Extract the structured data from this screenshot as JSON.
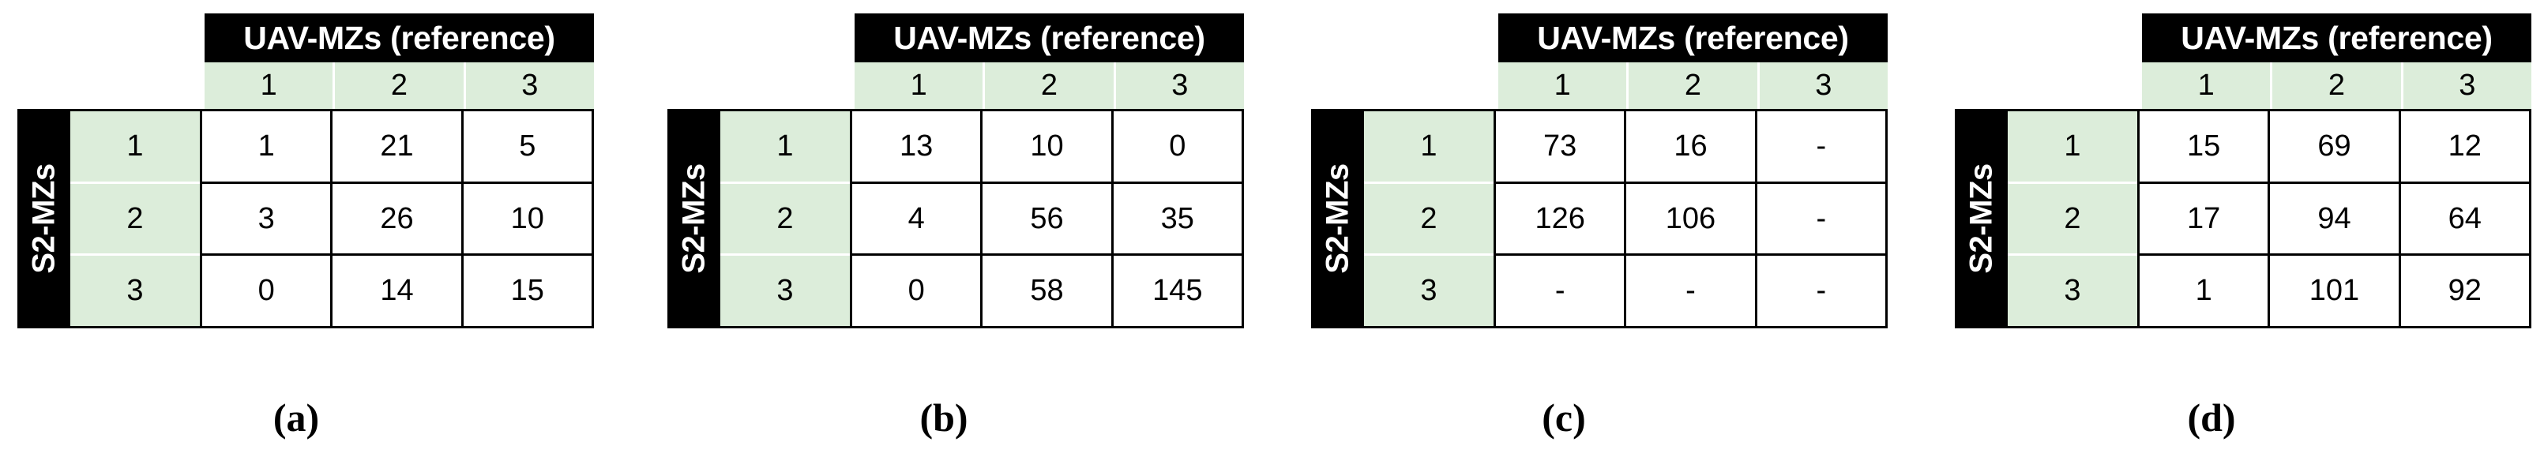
{
  "figure": {
    "type": "confusion-matrix-grid",
    "panel_count": 4,
    "colors": {
      "header_bg": "#000000",
      "header_text": "#FFFFFF",
      "index_cell_bg": "#DCEDDA",
      "data_cell_bg": "#FFFFFF",
      "grid_line": "#000000",
      "page_bg": "#FFFFFF"
    }
  },
  "chart_data": {
    "type": "table",
    "title": "",
    "column_axis_label": "UAV-MZs (reference)",
    "row_axis_label": "S2-MZs",
    "categories": [
      "1",
      "2",
      "3"
    ],
    "panels": [
      {
        "caption": "(a)",
        "column_header": "UAV-MZs (reference)",
        "row_header": "S2-MZs",
        "col_labels": [
          "1",
          "2",
          "3"
        ],
        "row_labels": [
          "1",
          "2",
          "3"
        ],
        "rows": [
          [
            "1",
            "21",
            "5"
          ],
          [
            "3",
            "26",
            "10"
          ],
          [
            "0",
            "14",
            "15"
          ]
        ]
      },
      {
        "caption": "(b)",
        "column_header": "UAV-MZs (reference)",
        "row_header": "S2-MZs",
        "col_labels": [
          "1",
          "2",
          "3"
        ],
        "row_labels": [
          "1",
          "2",
          "3"
        ],
        "rows": [
          [
            "13",
            "10",
            "0"
          ],
          [
            "4",
            "56",
            "35"
          ],
          [
            "0",
            "58",
            "145"
          ]
        ]
      },
      {
        "caption": "(c)",
        "column_header": "UAV-MZs (reference)",
        "row_header": "S2-MZs",
        "col_labels": [
          "1",
          "2",
          "3"
        ],
        "row_labels": [
          "1",
          "2",
          "3"
        ],
        "rows": [
          [
            "73",
            "16",
            "-"
          ],
          [
            "126",
            "106",
            "-"
          ],
          [
            "-",
            "-",
            "-"
          ]
        ]
      },
      {
        "caption": "(d)",
        "column_header": "UAV-MZs (reference)",
        "row_header": "S2-MZs",
        "col_labels": [
          "1",
          "2",
          "3"
        ],
        "row_labels": [
          "1",
          "2",
          "3"
        ],
        "rows": [
          [
            "15",
            "69",
            "12"
          ],
          [
            "17",
            "94",
            "64"
          ],
          [
            "1",
            "101",
            "92"
          ]
        ]
      }
    ]
  }
}
